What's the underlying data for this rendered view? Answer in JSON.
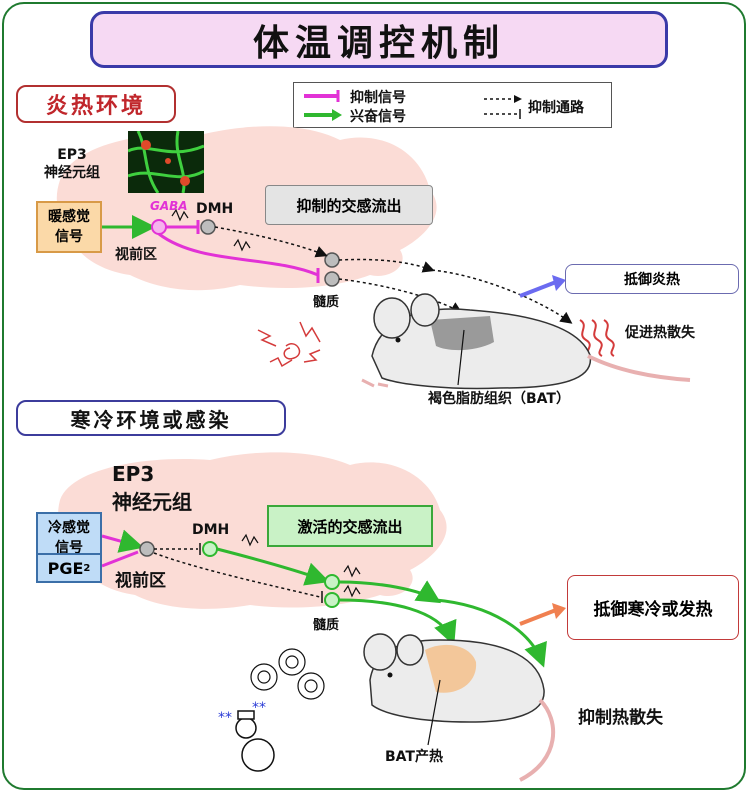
{
  "title": "体温调控机制",
  "legend": {
    "inhibitory_signal": "抑制信号",
    "excitatory_signal": "兴奋信号",
    "inhibitory_pathway": "抑制通路",
    "inhibitory_color": "#e232d6",
    "excitatory_color": "#2fb82f"
  },
  "hot": {
    "section_title": "炎热环境",
    "ep3_label": "EP3\n神经元组",
    "warm_signal": "暖感觉\n信号",
    "gaba": "GABA",
    "dmh": "DMH",
    "poa": "视前区",
    "medulla": "髓质",
    "sympathetic_out": "抑制的交感流出",
    "defend": "抵御炎热",
    "heat_loss": "促进热散失",
    "bat": "褐色脂肪组织（BAT）"
  },
  "cold": {
    "section_title": "寒冷环境或感染",
    "ep3_label": "EP3\n神经元组",
    "cold_signal": "冷感觉\n信号",
    "pge": "PGE",
    "pge_sub": "2",
    "dmh": "DMH",
    "poa": "视前区",
    "medulla": "髓质",
    "sympathetic_out": "激活的交感流出",
    "defend": "抵御寒冷或发热",
    "inhibit_heat_loss": "抑制热散失",
    "bat": "BAT产热"
  },
  "colors": {
    "frame": "#1f7a2f",
    "title_bg": "#f6d9f3",
    "brain": "#fbdcd6",
    "bat_dark": "#9a9a9a",
    "bat_active": "#f3c79a"
  }
}
